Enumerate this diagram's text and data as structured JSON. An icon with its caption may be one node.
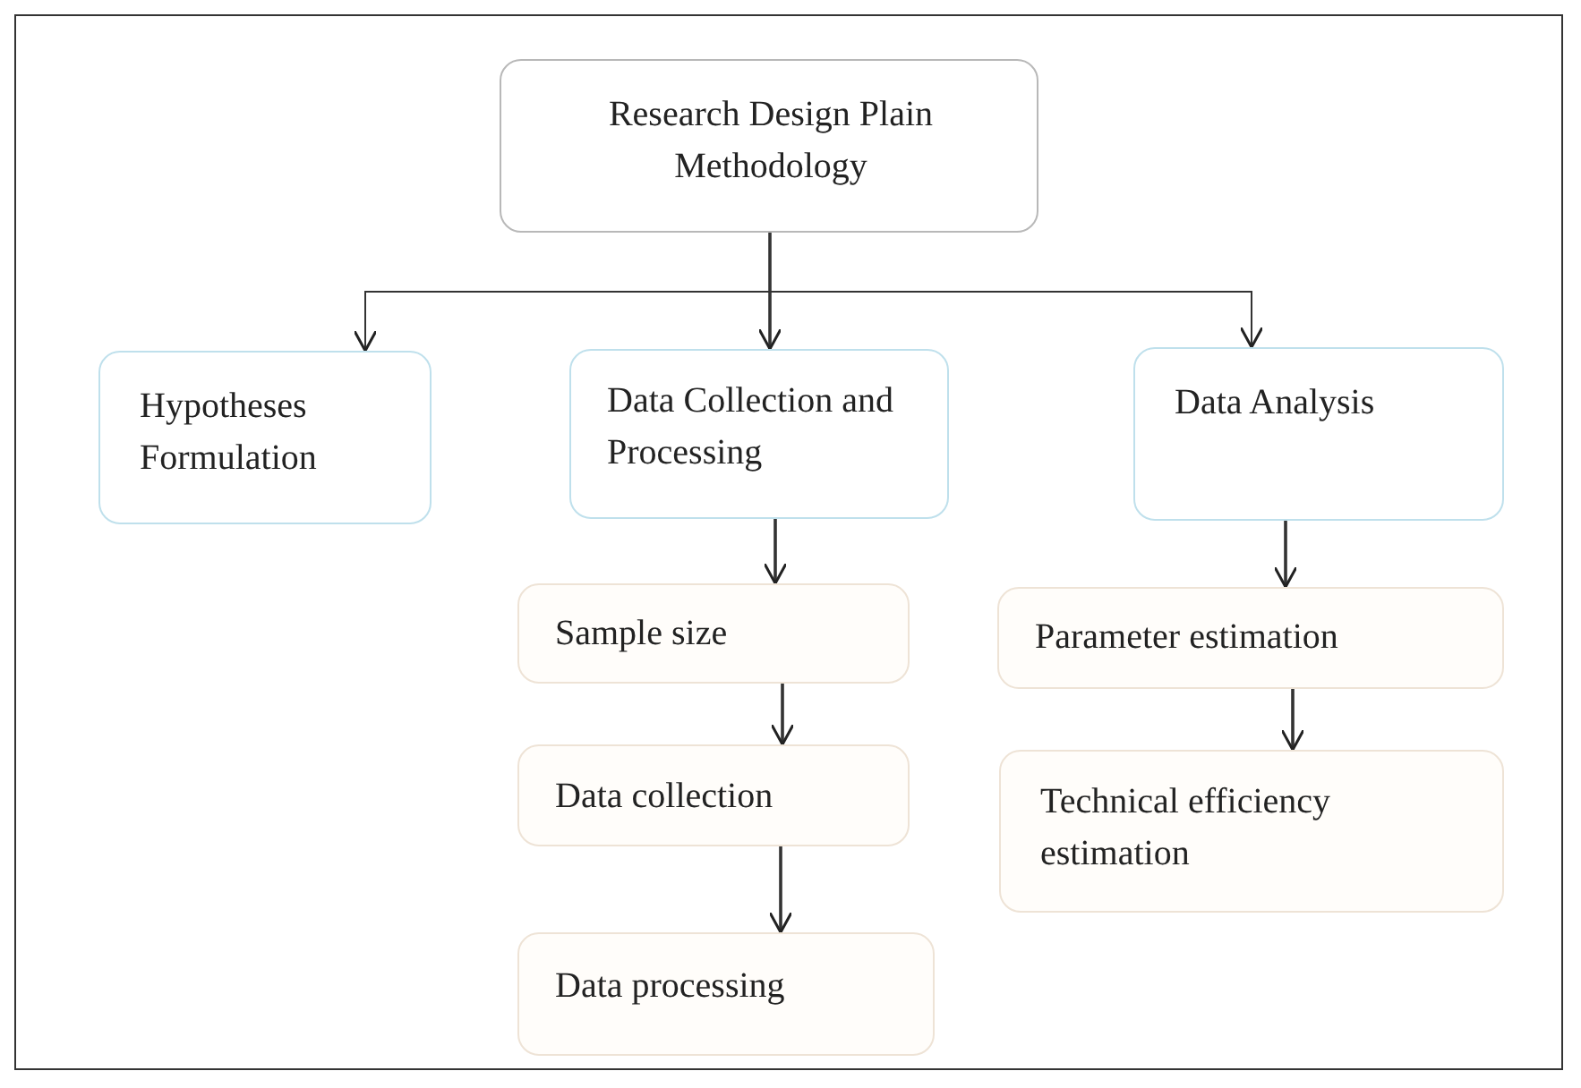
{
  "diagram": {
    "nodes": [
      {
        "text": [
          "Research Design Plain Methodology"
        ]
      },
      {
        "text": [
          "Hypotheses Formulation"
        ]
      },
      {
        "text": [
          "Data Collection and Processing"
        ]
      },
      {
        "text": [
          "Data Analysis"
        ]
      },
      {
        "text": [
          "Sample size"
        ]
      },
      {
        "text": [
          "Data collection"
        ]
      },
      {
        "text": [
          "Data processing"
        ]
      },
      {
        "text": [
          "Parameter estimation"
        ]
      },
      {
        "text": [
          "Technical efficiency estimation"
        ]
      }
    ],
    "edges": [
      {
        "from": 0,
        "to": 1,
        "arrow": "to"
      },
      {
        "from": 0,
        "to": 2,
        "arrow": "to"
      },
      {
        "from": 0,
        "to": 3,
        "arrow": "to"
      },
      {
        "from": 2,
        "to": 4,
        "arrow": "to"
      },
      {
        "from": 4,
        "to": 5,
        "arrow": "to"
      },
      {
        "from": 5,
        "to": 6,
        "arrow": "to"
      },
      {
        "from": 3,
        "to": 7,
        "arrow": "to"
      },
      {
        "from": 7,
        "to": 8,
        "arrow": "to"
      }
    ]
  }
}
